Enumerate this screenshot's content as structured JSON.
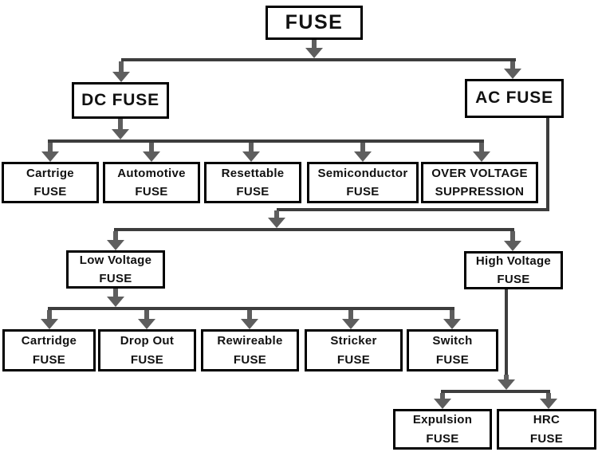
{
  "diagram": {
    "title": "Fuse types classification flowchart",
    "colors": {
      "line": "#3d3d3d",
      "arrow": "#5e5e5e",
      "box_border": "#000000",
      "box_bg": "#ffffff",
      "text": "#111111",
      "background": "#ffffff"
    },
    "nodes": {
      "root": {
        "label": "FUSE"
      },
      "dc": {
        "label": "DC FUSE"
      },
      "ac": {
        "label": "AC FUSE"
      },
      "cartrige": {
        "line1": "Cartrige",
        "line2": "FUSE"
      },
      "automotive": {
        "line1": "Automotive",
        "line2": "FUSE"
      },
      "resettable": {
        "line1": "Resettable",
        "line2": "FUSE"
      },
      "semiconductor": {
        "line1": "Semiconductor",
        "line2": "FUSE"
      },
      "overvoltage": {
        "line1": "OVER VOLTAGE",
        "line2": "SUPPRESSION"
      },
      "low_voltage": {
        "line1": "Low Voltage",
        "line2": "FUSE"
      },
      "high_voltage": {
        "line1": "High Voltage",
        "line2": "FUSE"
      },
      "cartridge": {
        "line1": "Cartridge",
        "line2": "FUSE"
      },
      "drop_out": {
        "line1": "Drop Out",
        "line2": "FUSE"
      },
      "rewireable": {
        "line1": "Rewireable",
        "line2": "FUSE"
      },
      "stricker": {
        "line1": "Stricker",
        "line2": "FUSE"
      },
      "switch": {
        "line1": "Switch",
        "line2": "FUSE"
      },
      "expulsion": {
        "line1": "Expulsion",
        "line2": "FUSE"
      },
      "hrc": {
        "line1": "HRC",
        "line2": "FUSE"
      }
    },
    "hierarchy": [
      {
        "parent": "FUSE",
        "children": [
          "DC FUSE",
          "AC FUSE"
        ]
      },
      {
        "parent": "DC FUSE",
        "children": [
          "Cartrige FUSE",
          "Automotive FUSE",
          "Resettable FUSE",
          "Semiconductor FUSE",
          "OVER VOLTAGE SUPPRESSION"
        ]
      },
      {
        "parent": "AC FUSE",
        "children": [
          "Low Voltage FUSE",
          "High Voltage FUSE"
        ]
      },
      {
        "parent": "Low Voltage FUSE",
        "children": [
          "Cartridge FUSE",
          "Drop Out FUSE",
          "Rewireable FUSE",
          "Stricker FUSE",
          "Switch FUSE"
        ]
      },
      {
        "parent": "High Voltage FUSE",
        "children": [
          "Expulsion FUSE",
          "HRC FUSE"
        ]
      }
    ]
  }
}
